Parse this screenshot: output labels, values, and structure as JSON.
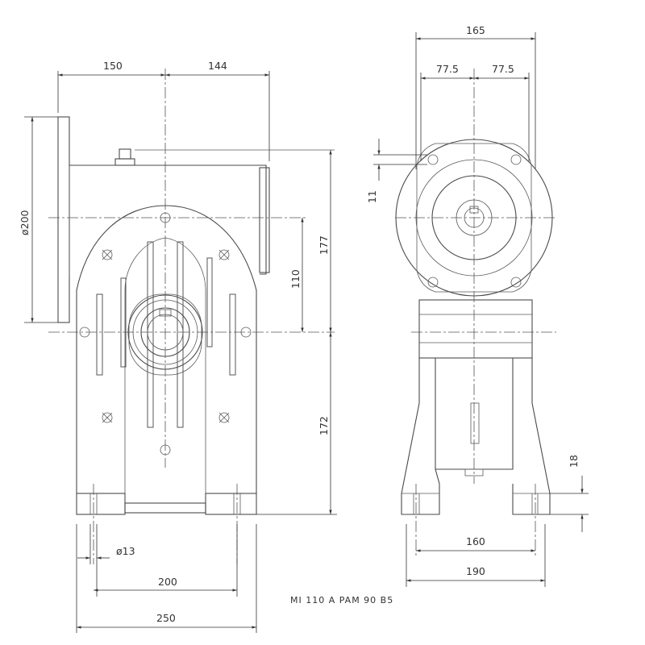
{
  "caption": "MI 110 A PAM 90 B5",
  "dimensions": {
    "d150": "150",
    "d144": "144",
    "dia200": "ø200",
    "d177": "177",
    "d110": "110",
    "d172": "172",
    "dia13": "ø13",
    "d200": "200",
    "d250": "250",
    "d165": "165",
    "d77a": "77.5",
    "d77b": "77.5",
    "d11": "11",
    "d18": "18",
    "d160": "160",
    "d190": "190"
  },
  "colors": {
    "ink": "#4a4a4a",
    "background": "#ffffff"
  }
}
